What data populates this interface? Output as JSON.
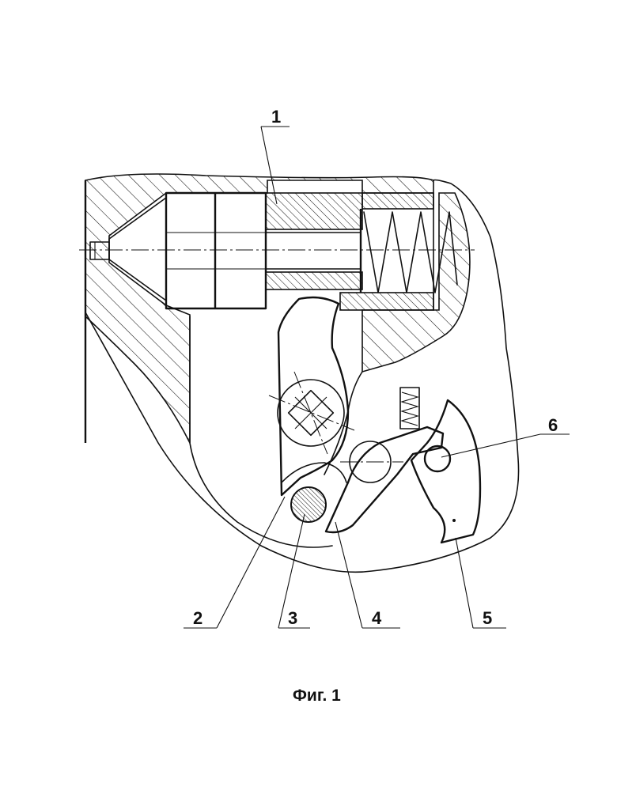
{
  "figure": {
    "caption": "Фиг. 1",
    "callouts": [
      {
        "id": "1",
        "text": "1"
      },
      {
        "id": "2",
        "text": "2"
      },
      {
        "id": "3",
        "text": "3"
      },
      {
        "id": "4",
        "text": "4"
      },
      {
        "id": "5",
        "text": "5"
      },
      {
        "id": "6",
        "text": "6"
      }
    ]
  }
}
